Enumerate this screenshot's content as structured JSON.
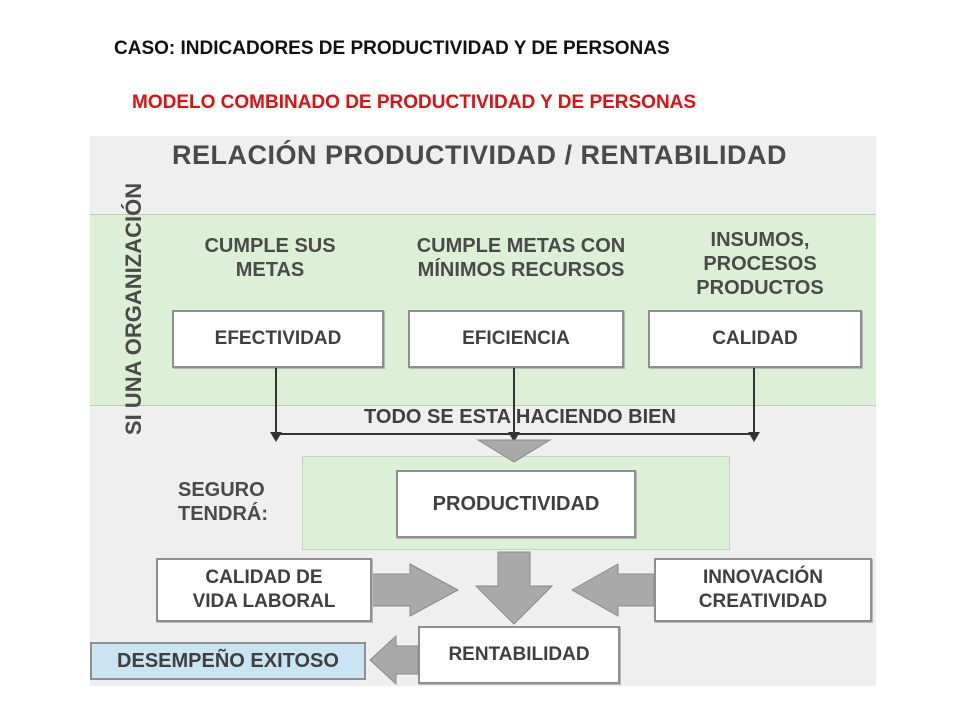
{
  "header": {
    "title": "CASO: INDICADORES DE PRODUCTIVIDAD Y DE PERSONAS",
    "subtitle": "MODELO COMBINADO DE PRODUCTIVIDAD Y DE PERSONAS"
  },
  "diagram": {
    "title": "RELACIÓN PRODUCTIVIDAD / RENTABILIDAD",
    "side_label": "SI UNA\nORGANIZACIÓN",
    "columns": [
      {
        "description": "CUMPLE SUS\nMETAS",
        "box": "EFECTIVIDAD"
      },
      {
        "description": "CUMPLE METAS CON\nMÍNIMOS RECURSOS",
        "box": "EFICIENCIA"
      },
      {
        "description": "INSUMOS,\nPROCESOS\nPRODUCTOS",
        "box": "CALIDAD"
      }
    ],
    "merge_label": "TODO SE ESTA  HACIENDO BIEN",
    "seguro_label": "SEGURO\nTENDRÁ:",
    "productividad": "PRODUCTIVIDAD",
    "left_input": "CALIDAD DE\nVIDA LABORAL",
    "right_input": "INNOVACIÓN\nCREATIVIDAD",
    "rentabilidad": "RENTABILIDAD",
    "outcome": "DESEMPEÑO EXITOSO"
  },
  "colors": {
    "title": "#111111",
    "subtitle": "#e01010",
    "panel_bg": "#efefef",
    "green_fill": "#dcf0d6",
    "outcome_fill": "#c9e5f4",
    "arrow_fill": "#a9a9a9"
  }
}
